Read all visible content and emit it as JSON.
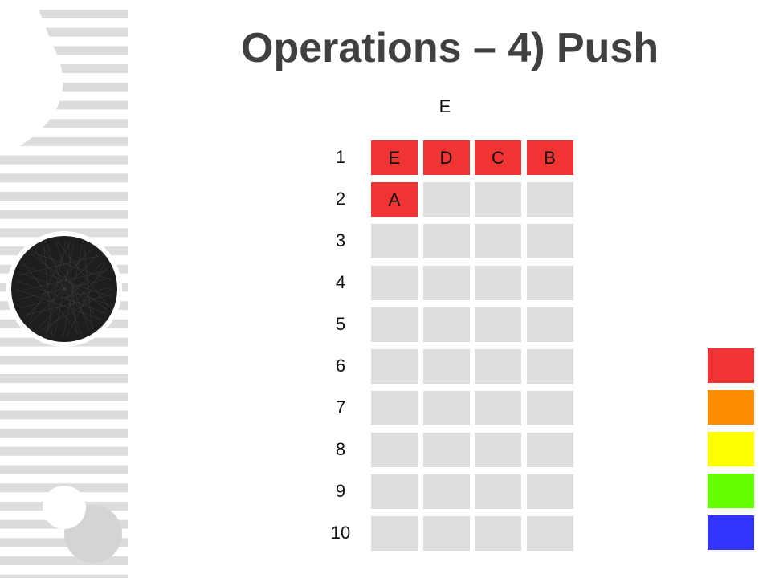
{
  "slide": {
    "title": "Operations – 4) Push",
    "pending_item": "E"
  },
  "grid": {
    "filled_color": "#f03434",
    "empty_color": "#dddddd",
    "rows": [
      {
        "label": "1",
        "cells": [
          "E",
          "D",
          "C",
          "B"
        ]
      },
      {
        "label": "2",
        "cells": [
          "A",
          null,
          null,
          null
        ]
      },
      {
        "label": "3",
        "cells": [
          null,
          null,
          null,
          null
        ]
      },
      {
        "label": "4",
        "cells": [
          null,
          null,
          null,
          null
        ]
      },
      {
        "label": "5",
        "cells": [
          null,
          null,
          null,
          null
        ]
      },
      {
        "label": "6",
        "cells": [
          null,
          null,
          null,
          null
        ]
      },
      {
        "label": "7",
        "cells": [
          null,
          null,
          null,
          null
        ]
      },
      {
        "label": "8",
        "cells": [
          null,
          null,
          null,
          null
        ]
      },
      {
        "label": "9",
        "cells": [
          null,
          null,
          null,
          null
        ]
      },
      {
        "label": "10",
        "cells": [
          null,
          null,
          null,
          null
        ]
      }
    ]
  },
  "legend": {
    "swatches": [
      "#f03434",
      "#fe8c00",
      "#ffff00",
      "#66ff00",
      "#3434ff"
    ]
  },
  "decoration": {
    "stripe_color": "#dcdcdc",
    "orb_color": "#1e1e1e"
  }
}
